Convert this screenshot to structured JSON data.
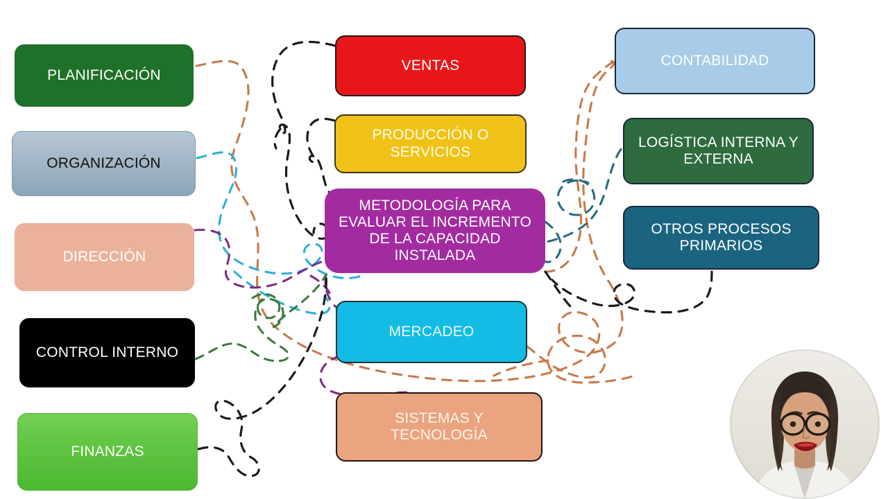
{
  "slide": {
    "background_color": "#ffffff",
    "type": "concept-map",
    "central_node": {
      "label": "METODOLOGÍA PARA EVALUAR EL INCREMENTO DE LA CAPACIDAD INSTALADA",
      "color": "#a32ba0",
      "text_color": "#ffffff"
    },
    "left_column": [
      {
        "label": "PLANIFICACIÓN",
        "color": "#1f7028",
        "text_color": "#ffffff"
      },
      {
        "label": "ORGANIZACIÓN",
        "color": "#9fb3c3",
        "text_color": "#111111"
      },
      {
        "label": "DIRECCIÓN",
        "color": "#eab29a",
        "text_color": "#ffffff"
      },
      {
        "label": "CONTROL INTERNO",
        "color": "#000000",
        "text_color": "#ffffff"
      },
      {
        "label": "FINANZAS",
        "color": "#5fc441",
        "text_color": "#ffffff"
      }
    ],
    "center_column": [
      {
        "label": "VENTAS",
        "color": "#e8161a",
        "text_color": "#ffffff"
      },
      {
        "label": "PRODUCCIÓN O\nSERVICIOS",
        "color": "#f0c218",
        "text_color": "#fffde8"
      },
      {
        "label": "MERCADEO",
        "color": "#14bce5",
        "text_color": "#e9fbff"
      },
      {
        "label": "SISTEMAS Y\nTECNOLOGÍA",
        "color": "#eaa47f",
        "text_color": "#fff4ec"
      }
    ],
    "right_column": [
      {
        "label": "CONTABILIDAD",
        "color": "#a8cbe8",
        "text_color": "#ffffff"
      },
      {
        "label": "LOGÍSTICA INTERNA Y\nEXTERNA",
        "color": "#2e6b3e",
        "text_color": "#ffffff"
      },
      {
        "label": "OTROS PROCESOS\nPRIMARIOS",
        "color": "#1b6480",
        "text_color": "#ffffff"
      }
    ],
    "connectors": {
      "style": "dashed-curve",
      "colors": [
        "#1a1a1a",
        "#c8794a",
        "#2ab0d8",
        "#7d2d85",
        "#3d7a3d",
        "#2a6a80"
      ]
    }
  },
  "webcam": {
    "shape": "circle",
    "position": "bottom-right",
    "subject": "presenter"
  }
}
